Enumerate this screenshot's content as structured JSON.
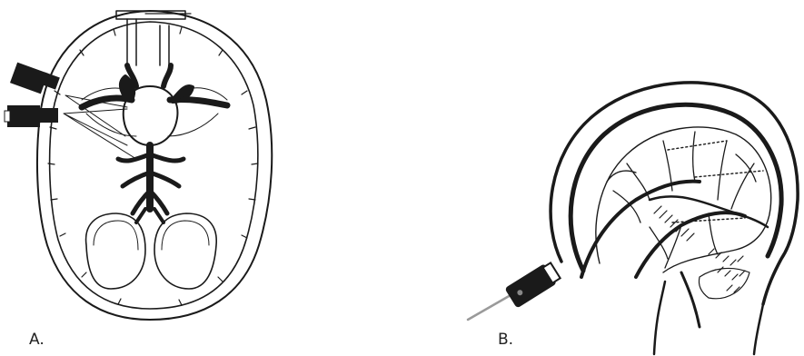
{
  "figure": {
    "panels": [
      {
        "id": "A",
        "caption": "A."
      },
      {
        "id": "B",
        "caption": "B."
      }
    ]
  },
  "colors": {
    "ink": "#1a1a1a",
    "background": "#ffffff",
    "probe_wire": "#9a9a9a",
    "caption": "#222222"
  },
  "icons": {
    "probe_a": "ultrasound-probe-icon",
    "probe_b": "ultrasound-probe-icon"
  }
}
